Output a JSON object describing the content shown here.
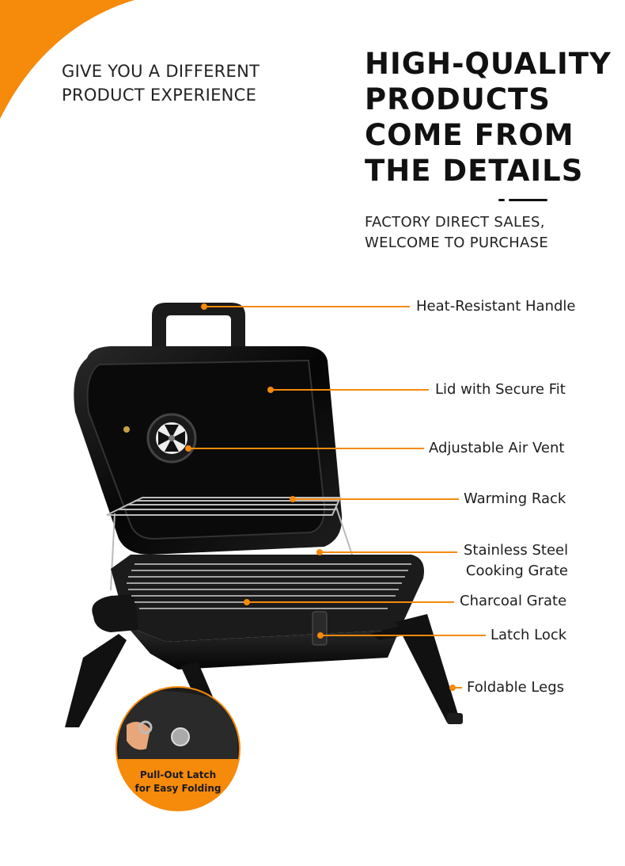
{
  "colors": {
    "accent": "#f58a0b",
    "text": "#1a1a1a",
    "grill": "#111111"
  },
  "left_tagline": [
    "GIVE YOU A DIFFERENT",
    "PRODUCT EXPERIENCE"
  ],
  "headline": [
    "HIGH-QUALITY",
    "PRODUCTS",
    "COME FROM",
    "THE DETAILS"
  ],
  "subtagline": [
    "FACTORY DIRECT SALES,",
    "WELCOME TO PURCHASE"
  ],
  "callouts": {
    "handle": "Heat-Resistant Handle",
    "lid": "Lid with Secure Fit",
    "air_vent": "Adjustable Air Vent",
    "warming_rack": "Warming Rack",
    "cooking_grate_line1": "Stainless Steel",
    "cooking_grate_line2": "Cooking Grate",
    "charcoal_grate": "Charcoal Grate",
    "latch_lock": "Latch Lock",
    "legs": "Foldable Legs"
  },
  "inset_caption": [
    "Pull-Out Latch",
    "for Easy Folding"
  ]
}
